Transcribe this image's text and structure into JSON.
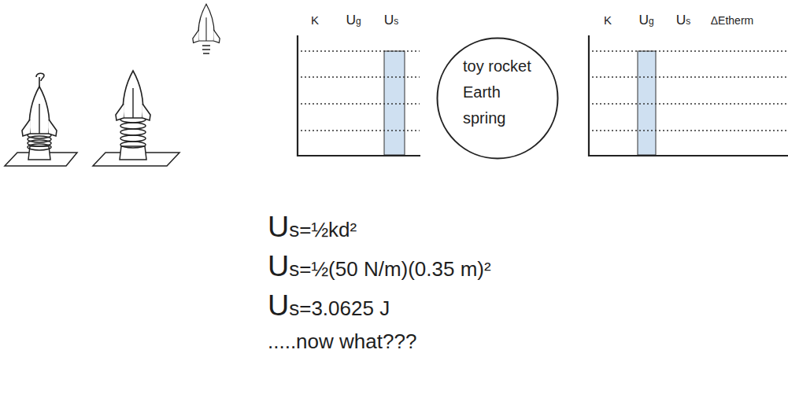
{
  "diagram": {
    "nodes": [
      {
        "text": [
          "toy rocket",
          "Earth",
          "spring"
        ]
      }
    ],
    "labels": [
      "K",
      "Ug",
      "Us",
      "K",
      "Ug",
      "Us",
      "ΔEtherm",
      "Us=½kd²",
      "Us=½(50 N/m)(0.35 m)²",
      "Us=3.0625 J",
      ".....now what???"
    ]
  }
}
